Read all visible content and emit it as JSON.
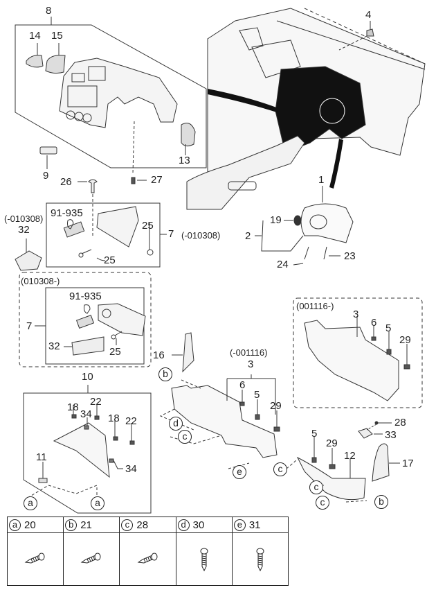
{
  "diagram": {
    "title": "Instrument panel / crash pad exploded parts diagram",
    "callouts": {
      "n8": "8",
      "n14": "14",
      "n15": "15",
      "n13": "13",
      "n9": "9",
      "n4": "4",
      "n26": "26",
      "n27": "27",
      "n1": "1",
      "n2": "2",
      "n19": "19",
      "n24": "24",
      "n23": "23",
      "n7a": "7",
      "n7a_code": "(-010308)",
      "n91_935a": "91-935",
      "n25a": "25",
      "n25b": "25",
      "n32a_code": "(-010308)",
      "n32a": "32",
      "box010308_code": "(010308-)",
      "n7b": "7",
      "n91_935b": "91-935",
      "n32b": "32",
      "n25c": "25",
      "n16": "16",
      "n10": "10",
      "n18a": "18",
      "n22a": "22",
      "n34a": "34",
      "n18b": "18",
      "n22b": "22",
      "n34b": "34",
      "n11": "11",
      "n3a_code": "(-001116)",
      "n3a": "3",
      "n6a": "6",
      "n5a": "5",
      "n29a": "29",
      "box001116_code": "(001116-)",
      "n3b": "3",
      "n6b": "6",
      "n5b": "5",
      "n29b": "29",
      "n28": "28",
      "n33": "33",
      "n17": "17",
      "n5c": "5",
      "n29c": "29",
      "n12": "12"
    },
    "ref_markers": {
      "a1": "a",
      "a2": "a",
      "b1": "b",
      "b2": "b",
      "c1": "c",
      "c2": "c",
      "c3": "c",
      "c4": "c",
      "d1": "d",
      "e1": "e"
    }
  },
  "legend": [
    {
      "letter": "a",
      "part": "20",
      "fastener": "hex-flange-screw-icon"
    },
    {
      "letter": "b",
      "part": "21",
      "fastener": "hex-flange-screw-icon"
    },
    {
      "letter": "c",
      "part": "28",
      "fastener": "hex-flange-screw-icon"
    },
    {
      "letter": "d",
      "part": "30",
      "fastener": "tapping-screw-icon"
    },
    {
      "letter": "e",
      "part": "31",
      "fastener": "tapping-screw-icon"
    }
  ]
}
